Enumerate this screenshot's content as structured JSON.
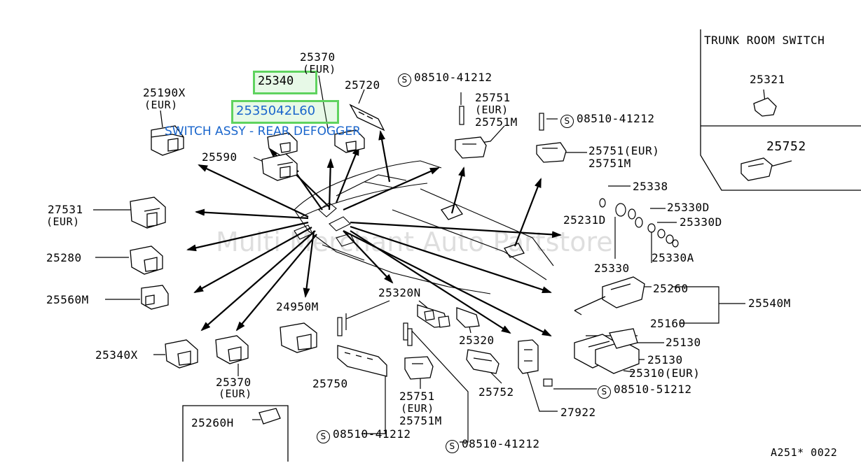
{
  "highlight": {
    "part_number": "25340",
    "alt_part_number": "2535042L60",
    "description": "SWITCH ASSY - REAR DEFOGGER"
  },
  "watermark": "Multi Merchant Auto Partstore",
  "inset_trunk": {
    "title": "TRUNK ROOM SWITCH",
    "parts": [
      "25321",
      "25752"
    ]
  },
  "inset_bottom": {
    "part": "25260H"
  },
  "diagram_code": "A251* 0022",
  "bolt_code": "S",
  "labels": {
    "p25370_top": "25370",
    "p25370_top_eur": "(EUR)",
    "p25720": "25720",
    "p08510_top": "08510-41212",
    "p25751_top": "25751",
    "p25751_top_eur": "(EUR)",
    "p25751m_top": "25751M",
    "p08510_right": "08510-41212",
    "p25751_right_eur": "25751(EUR)",
    "p25751m_right": "25751M",
    "p25190x": "25190X",
    "p25190x_eur": "(EUR)",
    "p25590": "25590",
    "p27531": "27531",
    "p27531_eur": "(EUR)",
    "p25280": "25280",
    "p25560m": "25560M",
    "p25340x": "25340X",
    "p25370_bottom": "25370",
    "p25370_bottom_eur": "(EUR)",
    "p24950m": "24950M",
    "p25750": "25750",
    "p25320n": "25320N",
    "p25320": "25320",
    "p25752_bottom": "25752",
    "p25751_bottom": "25751",
    "p25751_bottom_eur": "(EUR)",
    "p25751m_bottom": "25751M",
    "p08510_bottom1": "08510-41212",
    "p08510_bottom2": "08510-41212",
    "p27922": "27922",
    "p08510_51212": "08510-51212",
    "p25130_a": "25130",
    "p25130_b": "25130",
    "p25310_eur": "25310(EUR)",
    "p25160": "25160",
    "p25260": "25260",
    "p25540m": "25540M",
    "p25338": "25338",
    "p25231d": "25231D",
    "p25330d_a": "25330D",
    "p25330d_b": "25330D",
    "p25330": "25330",
    "p25330a": "25330A"
  }
}
